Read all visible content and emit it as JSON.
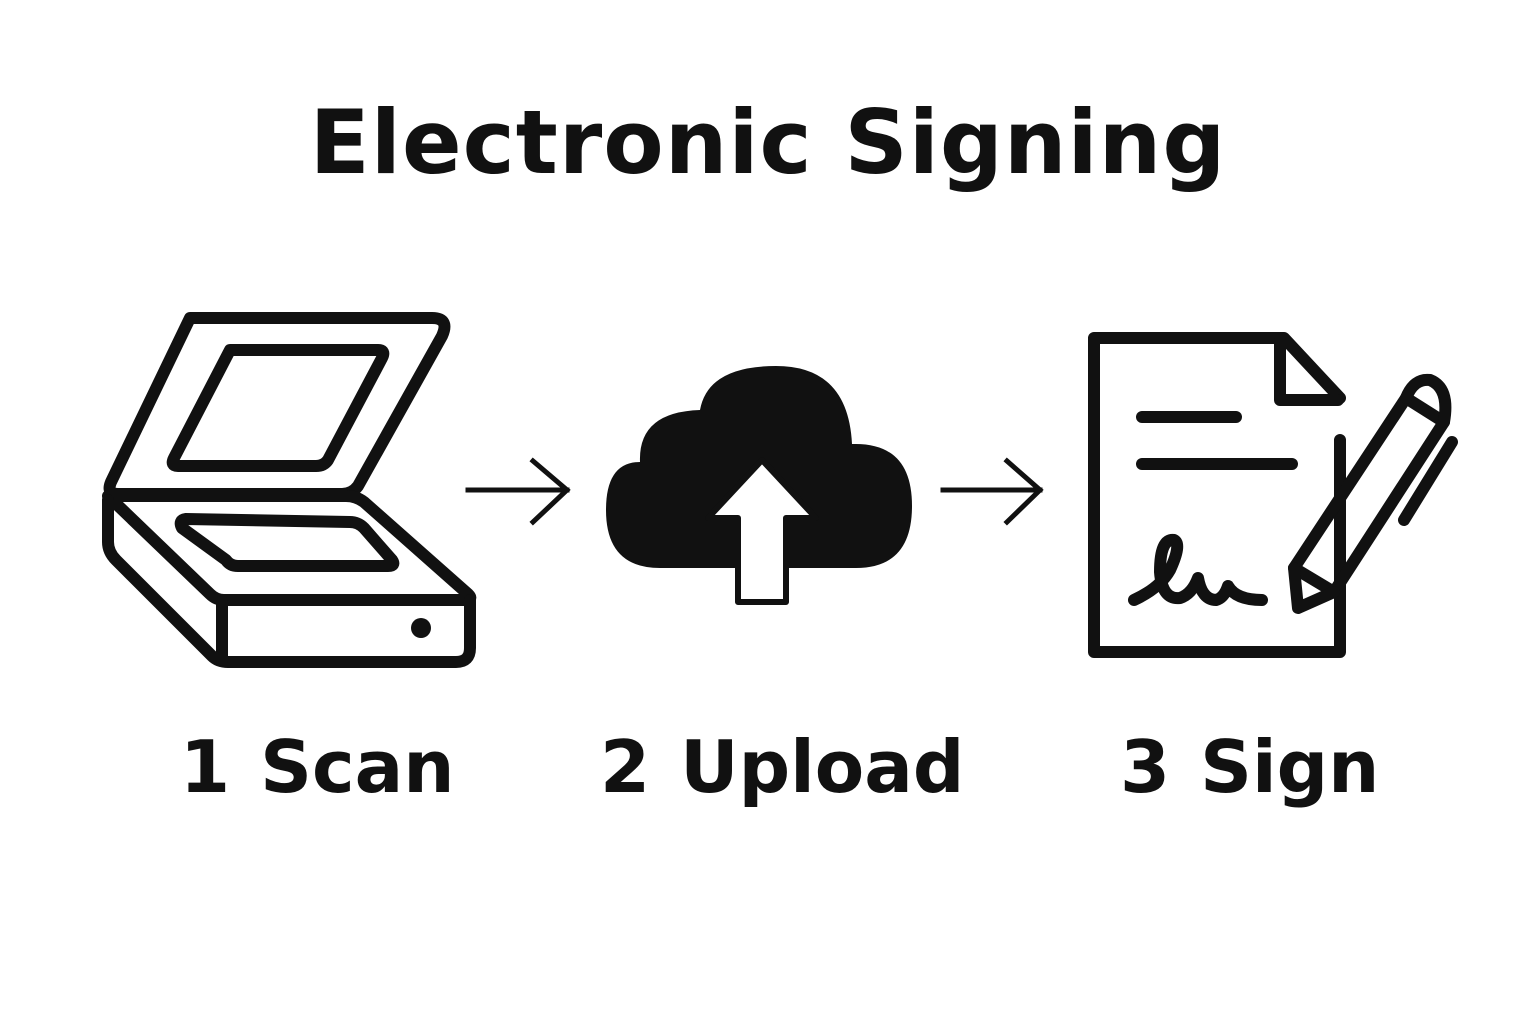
{
  "title": "Electronic Signing",
  "steps": [
    {
      "number": "1",
      "label": "Scan",
      "icon": "scanner-icon"
    },
    {
      "number": "2",
      "label": "Upload",
      "icon": "cloud-upload-icon"
    },
    {
      "number": "3",
      "label": "Sign",
      "icon": "signed-document-icon"
    }
  ],
  "connectors": [
    "arrow-right-icon",
    "arrow-right-icon"
  ],
  "colors": {
    "ink": "#111111",
    "background": "#ffffff"
  }
}
